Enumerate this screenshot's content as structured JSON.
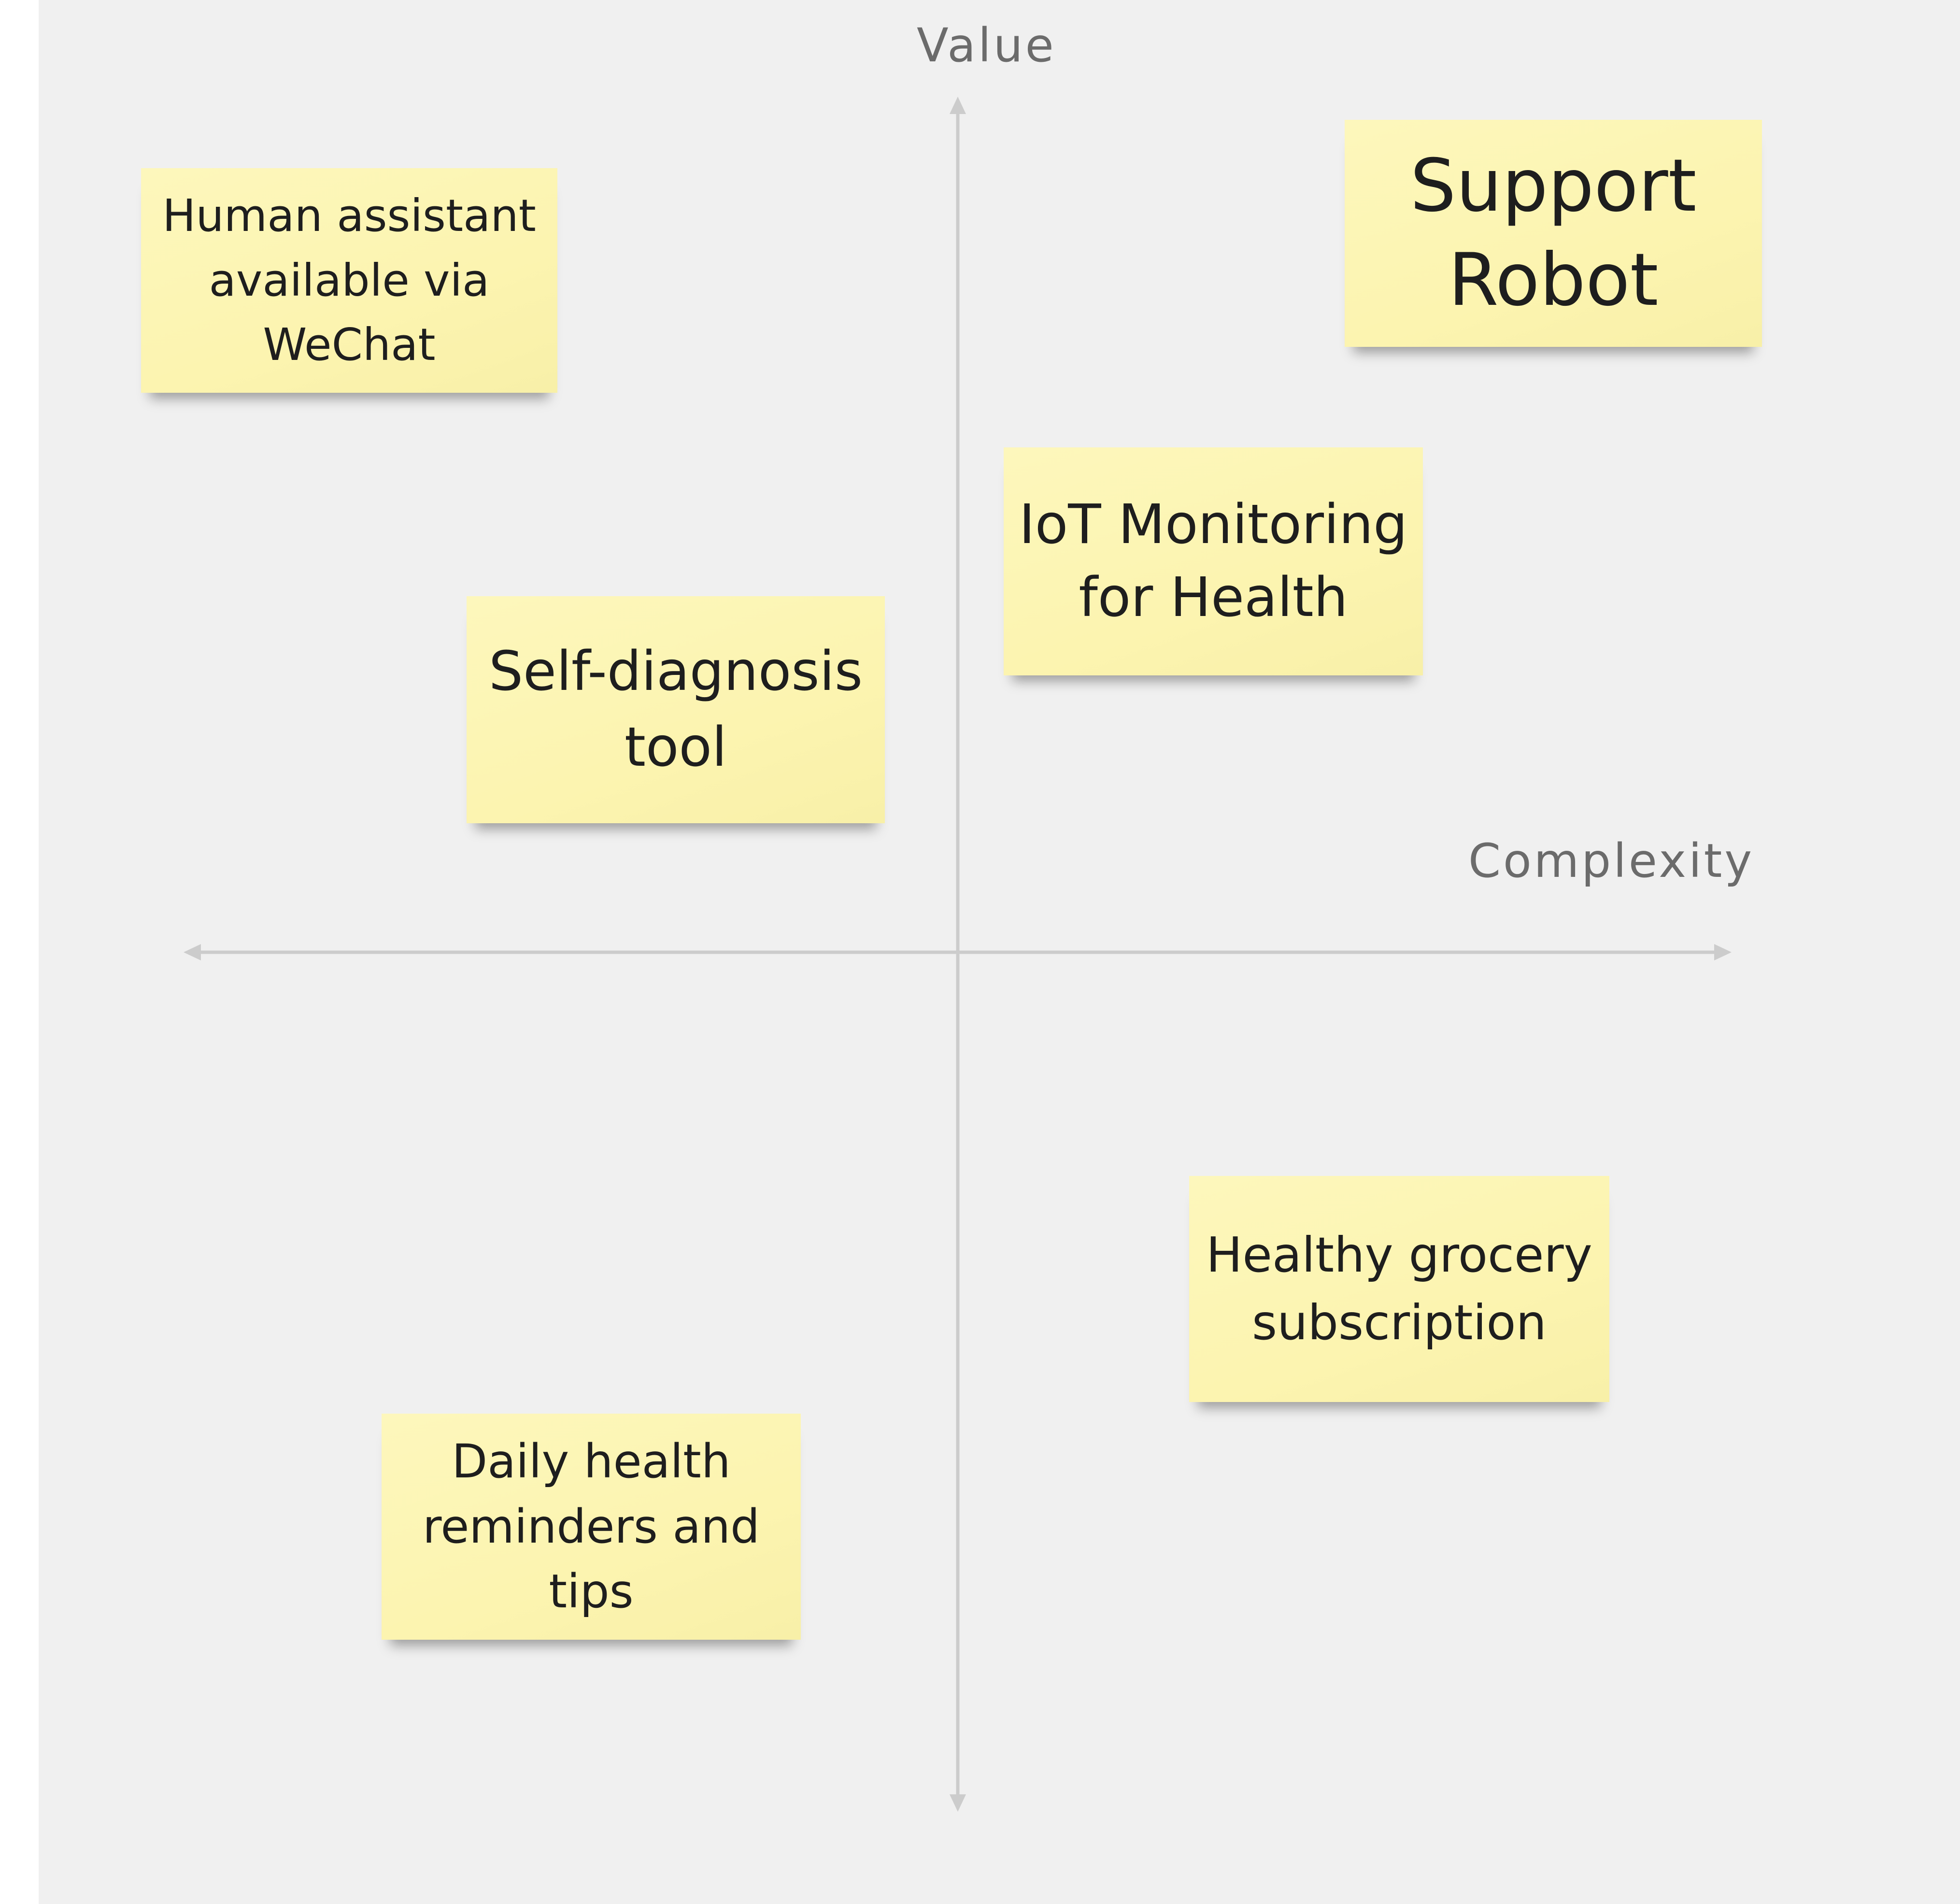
{
  "axes": {
    "y_label": "Value",
    "x_label": "Complexity"
  },
  "notes": [
    {
      "id": "human",
      "text": "Human assistant available via WeChat",
      "color": "#fdf6b6"
    },
    {
      "id": "robot",
      "text": "Support Robot",
      "color": "#fdf6b6"
    },
    {
      "id": "iot",
      "text": "IoT Monitoring for Health",
      "color": "#fdf6b6"
    },
    {
      "id": "self",
      "text": "Self-diagnosis tool",
      "color": "#fdf6b6"
    },
    {
      "id": "grocery",
      "text": "Healthy grocery subscription",
      "color": "#fdf6b6"
    },
    {
      "id": "daily",
      "text": "Daily health reminders and tips",
      "color": "#fdf6b6"
    }
  ],
  "colors": {
    "board": "#f0f0f0",
    "axis": "#cccccc",
    "axis_label": "#6b6b6b",
    "sticky_note": "#fdf6b6"
  }
}
